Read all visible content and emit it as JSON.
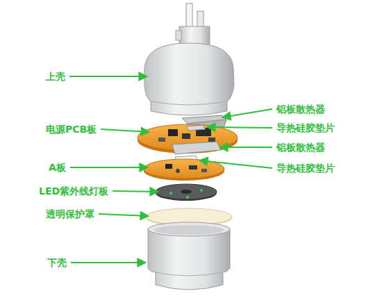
{
  "diagram": {
    "labels": [
      "上壳",
      "铝板散热器",
      "电源PCB板",
      "导热硅胶垫片",
      "铝板散热器",
      "A板",
      "导热硅胶垫片",
      "LED紫外线灯板",
      "透明保护罩",
      "下壳"
    ]
  }
}
